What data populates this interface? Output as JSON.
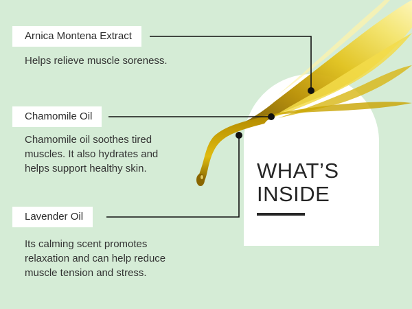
{
  "heading": {
    "line1": "WHAT’S",
    "line2": "INSIDE"
  },
  "ingredients": [
    {
      "name": "Arnica Montena Extract",
      "description": "Helps relieve muscle soreness."
    },
    {
      "name": "Chamomile Oil",
      "description": "Chamomile oil soothes tired muscles. It also hydrates and helps support healthy skin."
    },
    {
      "name": "Lavender Oil",
      "description": "Its calming scent promotes relaxation and can help reduce muscle tension and stress."
    }
  ],
  "colors": {
    "background": "#d5ecd6",
    "card": "#ffffff",
    "text": "#2b2b2b",
    "oil_gold": "#c9a400",
    "connector": "#111111"
  }
}
